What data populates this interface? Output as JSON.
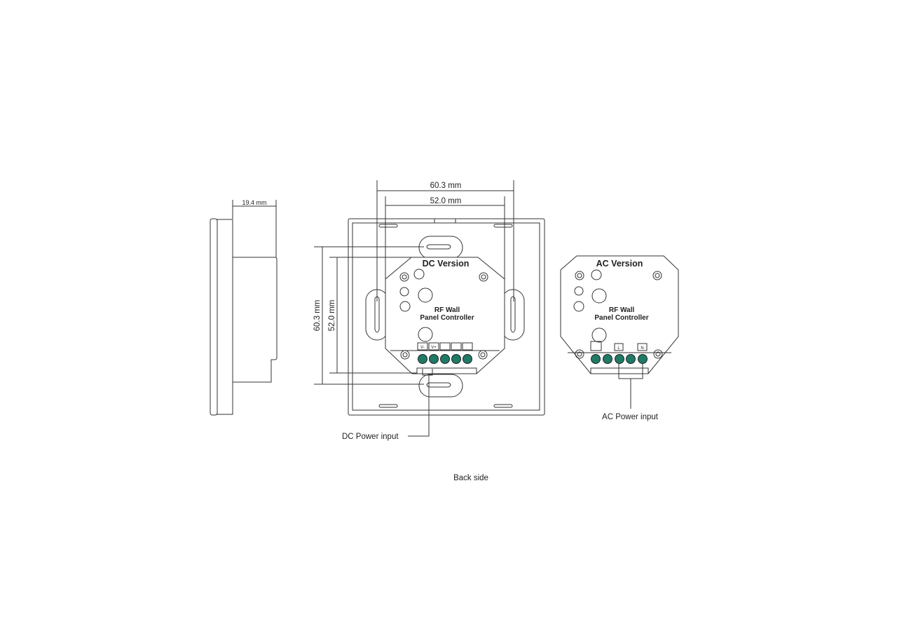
{
  "side_view": {
    "depth_label": "19.4 mm"
  },
  "back_view": {
    "width_outer_label": "60.3 mm",
    "width_inner_label": "52.0 mm",
    "height_outer_label": "60.3 mm",
    "height_inner_label": "52.0 mm"
  },
  "dc_module": {
    "title": "DC Version",
    "name_line1": "RF Wall",
    "name_line2": "Panel Controller",
    "terminals": [
      "V-",
      "V+",
      "",
      "",
      ""
    ],
    "power_label": "DC Power input"
  },
  "ac_module": {
    "title": "AC Version",
    "name_line1": "RF Wall",
    "name_line2": "Panel Controller",
    "terminals": [
      "",
      "L",
      "N"
    ],
    "power_label": "AC Power input"
  },
  "caption": "Back side",
  "colors": {
    "terminal": "#1f7a66",
    "line": "#333333"
  }
}
